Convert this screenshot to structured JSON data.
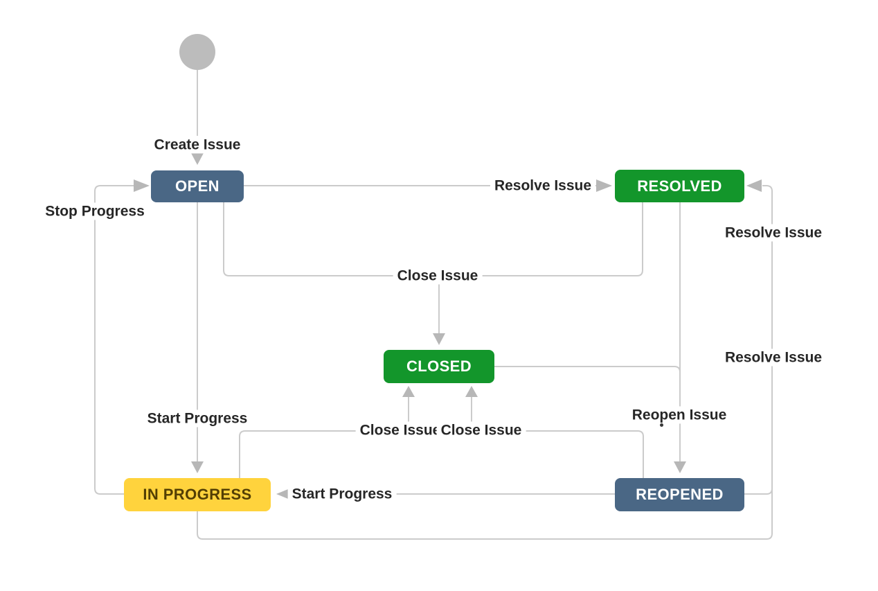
{
  "diagram": {
    "kind": "issue-workflow",
    "states": [
      {
        "id": "open",
        "label": "OPEN",
        "color": "#4a6785",
        "text_color": "#ffffff"
      },
      {
        "id": "resolved",
        "label": "RESOLVED",
        "color": "#13962b",
        "text_color": "#ffffff"
      },
      {
        "id": "closed",
        "label": "CLOSED",
        "color": "#13962b",
        "text_color": "#ffffff"
      },
      {
        "id": "in_progress",
        "label": "IN PROGRESS",
        "color": "#ffd33d",
        "text_color": "#533f04"
      },
      {
        "id": "reopened",
        "label": "REOPENED",
        "color": "#4a6785",
        "text_color": "#ffffff"
      }
    ],
    "transitions": {
      "create_issue": {
        "label": "Create Issue",
        "from": "start",
        "to": "open"
      },
      "resolve_issue_open": {
        "label": "Resolve Issue",
        "from": "open",
        "to": "resolved"
      },
      "stop_progress": {
        "label": "Stop Progress",
        "from": "in_progress",
        "to": "open"
      },
      "close_issue_main": {
        "label": "Close Issue",
        "from": "open, resolved",
        "to": "closed"
      },
      "start_progress_open": {
        "label": "Start Progress",
        "from": "open",
        "to": "in_progress"
      },
      "close_issue_in_progress": {
        "label": "Close Issue",
        "from": "in_progress",
        "to": "closed"
      },
      "close_issue_reopened": {
        "label": "Close Issue",
        "from": "reopened",
        "to": "closed"
      },
      "reopen_issue": {
        "label": "Reopen Issue",
        "from": "resolved, closed",
        "to": "reopened"
      },
      "start_progress_reopened": {
        "label": "Start Progress",
        "from": "reopened",
        "to": "in_progress"
      },
      "resolve_issue_in_progress": {
        "label": "Resolve Issue",
        "from": "in_progress",
        "to": "resolved"
      },
      "resolve_issue_reopened": {
        "label": "Resolve Issue",
        "from": "reopened",
        "to": "resolved"
      }
    },
    "colors": {
      "state_blue": "#4a6785",
      "state_green": "#13962b",
      "state_yellow": "#ffd33d",
      "yellow_text": "#533f04",
      "edge_line": "#cbcbcb",
      "arrowhead": "#b7b7b7",
      "label_text": "#262626",
      "start_node": "#bcbcbc",
      "background": "#ffffff"
    }
  }
}
